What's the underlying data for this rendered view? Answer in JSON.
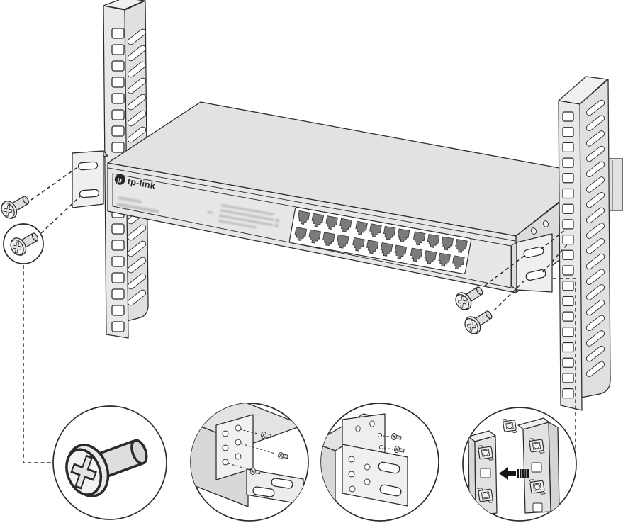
{
  "page": {
    "background": "#ffffff"
  },
  "diagram": {
    "type": "rack-mount-installation-illustration",
    "switch": {
      "brand_label": "tp-link",
      "logo_glyph": "p",
      "ports_total": 24,
      "port_rows": 2,
      "port_cols": 12,
      "blurred_text_lines_under_logo": 2,
      "blurred_center_text_lines": 3
    },
    "left_rail": {
      "square_holes": 19,
      "side_slots": 17
    },
    "right_rail": {
      "square_holes": 19,
      "side_slots": 18
    },
    "left_bracket": {
      "slots": 2
    },
    "right_bracket": {
      "slots": 2,
      "side_holes": 4
    },
    "screws": {
      "large_mounting_screws": 4,
      "small_bracket_screws": 5
    },
    "cage_nuts_visible": 5,
    "detail_circles": [
      {
        "name": "mounting-screw-closeup"
      },
      {
        "name": "bracket-attach-to-switch"
      },
      {
        "name": "bracket-side-view"
      },
      {
        "name": "cage-nut-insertion"
      }
    ],
    "colors": {
      "line": "#2b2b2b",
      "metal_light": "#e8e8e8",
      "metal_mid": "#e0e0e0",
      "metal_dark": "#d6d6d6",
      "panel_white": "#ffffff",
      "port_gray": "#7a7a7a",
      "logo_dark": "#26262b",
      "arrow_black": "#151515"
    }
  }
}
